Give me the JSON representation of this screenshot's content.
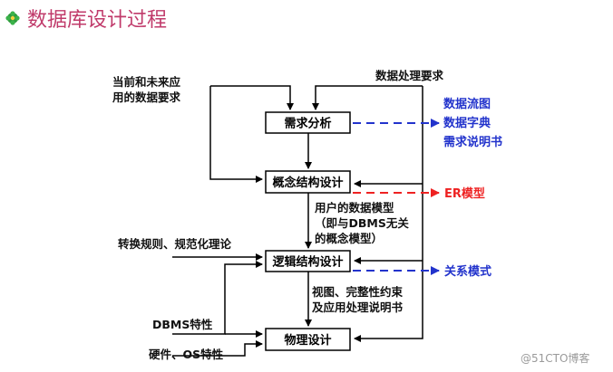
{
  "title": "数据库设计过程",
  "diagram": {
    "inputs": {
      "current_future_line1": "当前和未来应",
      "current_future_line2": "用的数据要求",
      "data_processing": "数据处理要求",
      "transform_rules": "转换规则、规范化理论",
      "dbms_features": "DBMS特性",
      "hardware_os": "硬件、OS特性"
    },
    "stages": {
      "requirements": "需求分析",
      "conceptual": "概念结构设计",
      "logical": "逻辑结构设计",
      "physical": "物理设计"
    },
    "intermediate": {
      "user_model_line1": "用户的数据模型",
      "user_model_line2": "（即与DBMS无关",
      "user_model_line3": "的概念模型）",
      "views_line1": "视图、完整性约束",
      "views_line2": "及应用处理说明书"
    },
    "outputs": {
      "data_flow": "数据流图",
      "data_dictionary": "数据字典",
      "req_spec": "需求说明书",
      "er_model": "ER模型",
      "relational_model": "关系模式"
    },
    "colors": {
      "title": "#c03a6a",
      "blue_output": "#2233cc",
      "red_output": "#ee2222"
    }
  },
  "watermark": "@51CTO博客"
}
